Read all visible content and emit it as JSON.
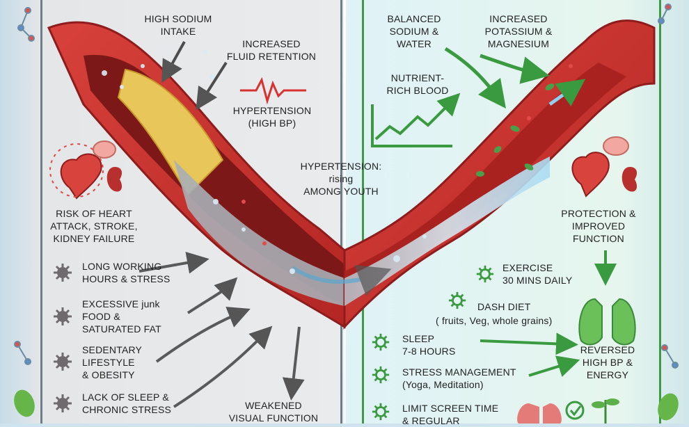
{
  "left": {
    "high_sodium": [
      "HIGH SODIUM",
      "INTAKE"
    ],
    "fluid_retention": [
      "INCREASED",
      "FLUID RETENTION"
    ],
    "hypertension": [
      "HYPERTENSION",
      "(HIGH BP)"
    ],
    "risk": [
      "RISK OF HEART",
      "ATTACK, STROKE,",
      "KIDNEY FAILURE"
    ],
    "causes": [
      [
        "LONG WORKING",
        "HOURS & STRESS"
      ],
      [
        "EXCESSIVE junk",
        "FOOD &",
        "SATURATED FAT"
      ],
      [
        "SEDENTARY",
        "LIFESTYLE",
        "& OBESITY"
      ],
      [
        "LACK OF SLEEP &",
        "CHRONIC STRESS"
      ]
    ],
    "weakened": [
      "WEAKENED",
      "VISUAL FUNCTION"
    ]
  },
  "center": {
    "line1": "HYPERTENSION:",
    "line2": "rising",
    "line3": "AMONG YOUTH"
  },
  "right": {
    "balanced": [
      "BALANCED",
      "SODIUM &",
      "WATER"
    ],
    "potassium": [
      "INCREASED",
      "POTASSIUM &",
      "MAGNESIUM"
    ],
    "nutrient": [
      "NUTRIENT-",
      "RICH BLOOD"
    ],
    "protection": [
      "PROTECTION &",
      "IMPROVED",
      "FUNCTION"
    ],
    "exercise": [
      "EXERCISE",
      "30 MINS DAILY"
    ],
    "dash": [
      "DASH DIET",
      "( fruits, Veg, whole grains)"
    ],
    "sleep": [
      "SLEEP",
      "7-8 HOURS"
    ],
    "stress": [
      "STRESS MANAGEMENT",
      "(Yoga, Meditation)"
    ],
    "screen": [
      "LIMIT SCREEN TIME",
      "& REGULAR"
    ],
    "reversed": [
      "REVERSED",
      "HIGH BP &",
      "ENERGY"
    ]
  },
  "colors": {
    "artery": "#c8302e",
    "artery_dark": "#8e1c1c",
    "plaque": "#e9c65a",
    "water": "#9fd3ec",
    "green": "#3a9a3f",
    "gray_gear": "#6f6a6e"
  }
}
